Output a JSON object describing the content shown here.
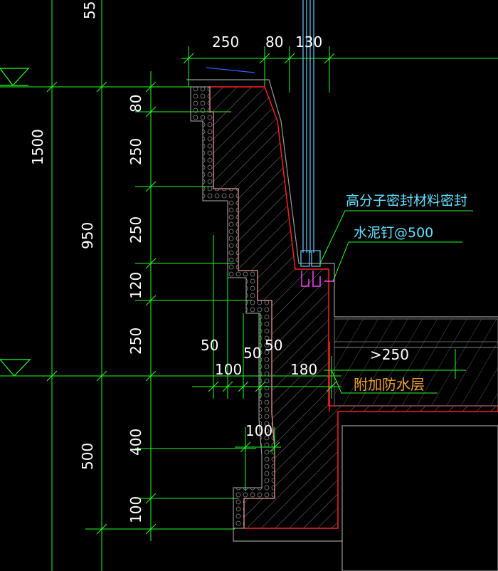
{
  "colors": {
    "background": "#000000",
    "dimension_line": "#22ff22",
    "dimension_text": "#ffffff",
    "concrete_outline": "#ff2020",
    "insulation_outline": "#b0b0b0",
    "glass_frame": "#66ccff",
    "annotation_cyan": "#66e0ff",
    "annotation_orange": "#f0a030",
    "fastener": "#ff40ff"
  },
  "top_dimensions": [
    "250",
    "80",
    "130"
  ],
  "top_cut_label": "55",
  "left_dimensions": {
    "outer_total": "1500",
    "middle": [
      "950",
      "500"
    ],
    "inner": [
      "80",
      "250",
      "250",
      "120",
      "250",
      "400",
      "100"
    ]
  },
  "inner_dimensions": [
    "50",
    "100",
    "50",
    "50",
    "180",
    "100"
  ],
  "floor_dimension": ">250",
  "annotations": {
    "sealant": "高分子密封材料密封",
    "nail": "水泥钉@500",
    "waterproof": "附加防水层"
  },
  "icons": [
    "level-triangle-icon",
    "level-triangle-icon"
  ]
}
